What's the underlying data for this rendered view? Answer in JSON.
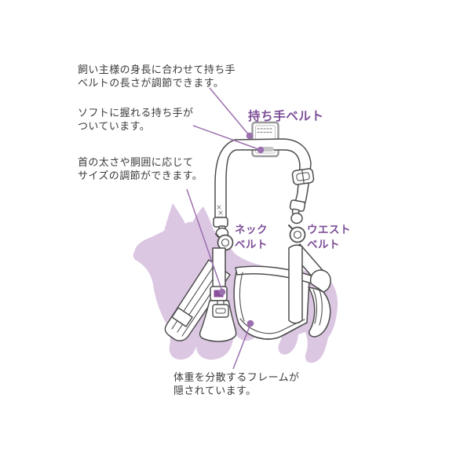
{
  "colors": {
    "background": "#ffffff",
    "text": "#3a3a3a",
    "label_purple": "#7d4f97",
    "leader_purple": "#9c6fae",
    "dog_fill": "#dcc7e3",
    "line_art": "#4d4d4d",
    "buckle_purple": "#8a4f9c",
    "grip_gray": "#9a9a9a"
  },
  "notes": [
    {
      "lines": [
        "飼い主様の身長に合わせて持ち手",
        "ベルトの長さが調節できます。"
      ]
    },
    {
      "lines": [
        "ソフトに握れる持ち手が",
        "ついています。"
      ]
    },
    {
      "lines": [
        "首の太さや胴囲に応じて",
        "サイズの調節ができます。"
      ]
    },
    {
      "lines": [
        "体重を分散するフレームが",
        "隠されています。"
      ]
    }
  ],
  "part_labels": {
    "handle": "持ち手ベルト",
    "neck": [
      "ネック",
      "ベルト"
    ],
    "waist": [
      "ウエスト",
      "ベルト"
    ]
  },
  "illustration": {
    "subject": "dog wearing walking-support harness, line art over light purple dog silhouette"
  }
}
